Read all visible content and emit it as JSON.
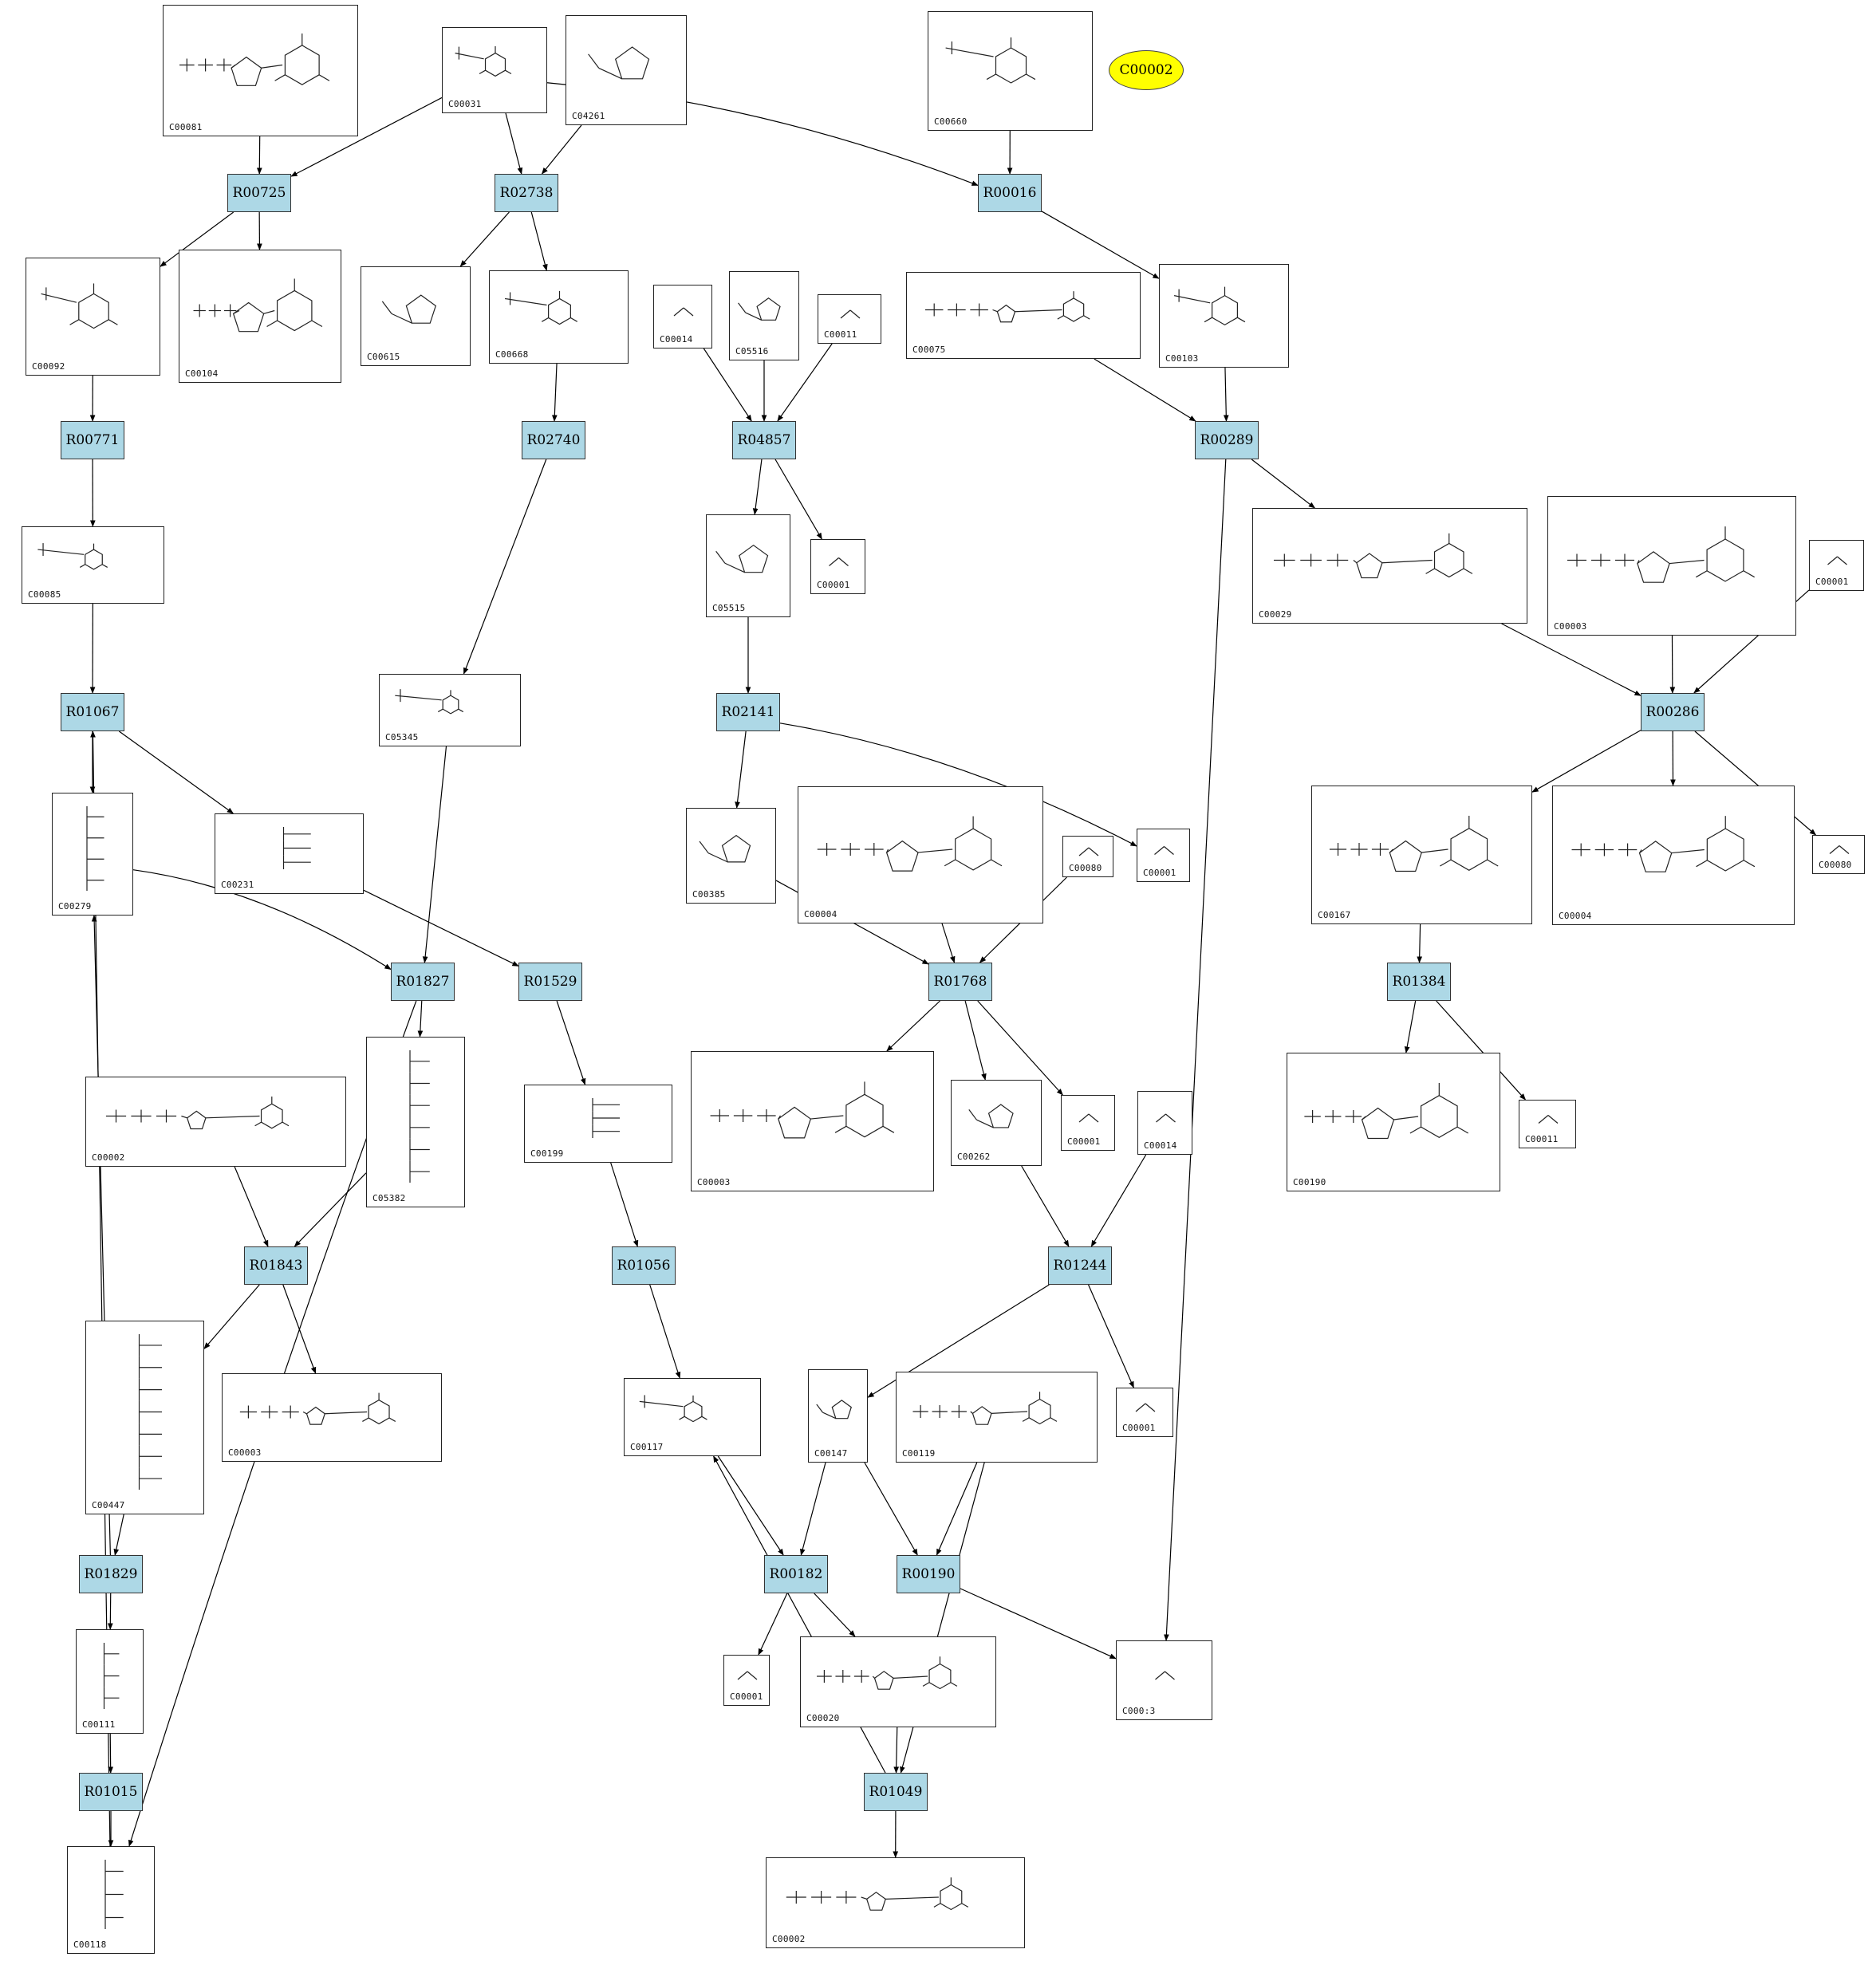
{
  "highlight": {
    "label": "C00002",
    "color": "#ffff00"
  },
  "colors": {
    "reaction_fill": "#add8e6",
    "edge": "#000000"
  },
  "compounds": [
    {
      "id": "C00081",
      "struct": "nucleotide"
    },
    {
      "id": "C00031",
      "struct": "sugar"
    },
    {
      "id": "C04261",
      "struct": "imidazole"
    },
    {
      "id": "C00660",
      "struct": "sugar"
    },
    {
      "id": "C00092",
      "struct": "sugar"
    },
    {
      "id": "C00104",
      "struct": "nucleotide"
    },
    {
      "id": "C00615",
      "struct": "imidazole"
    },
    {
      "id": "C00668",
      "struct": "sugar"
    },
    {
      "id": "C00014",
      "struct": "small"
    },
    {
      "id": "C05516",
      "struct": "imidazole"
    },
    {
      "id": "C00011",
      "struct": "small"
    },
    {
      "id": "C00075",
      "struct": "nucleotide"
    },
    {
      "id": "C00103",
      "struct": "sugar"
    },
    {
      "id": "C00085",
      "struct": "sugar"
    },
    {
      "id": "C05515",
      "struct": "imidazole"
    },
    {
      "id": "C00001",
      "struct": "small"
    },
    {
      "id": "C00029",
      "struct": "nucleotide"
    },
    {
      "id": "C00003",
      "struct": "nucleotide"
    },
    {
      "id": "C00001",
      "struct": "small"
    },
    {
      "id": "C05345",
      "struct": "sugar"
    },
    {
      "id": "C00279",
      "struct": "chain"
    },
    {
      "id": "C00231",
      "struct": "chain"
    },
    {
      "id": "C00385",
      "struct": "imidazole"
    },
    {
      "id": "C00004",
      "struct": "nucleotide"
    },
    {
      "id": "C00080",
      "struct": "small"
    },
    {
      "id": "C00001",
      "struct": "small"
    },
    {
      "id": "C00167",
      "struct": "nucleotide"
    },
    {
      "id": "C00004",
      "struct": "nucleotide"
    },
    {
      "id": "C00080",
      "struct": "small"
    },
    {
      "id": "C05382",
      "struct": "chain"
    },
    {
      "id": "C00002",
      "struct": "nucleotide"
    },
    {
      "id": "C00199",
      "struct": "chain"
    },
    {
      "id": "C00003",
      "struct": "nucleotide"
    },
    {
      "id": "C00262",
      "struct": "imidazole"
    },
    {
      "id": "C00001",
      "struct": "small"
    },
    {
      "id": "C00014",
      "struct": "small"
    },
    {
      "id": "C00190",
      "struct": "nucleotide"
    },
    {
      "id": "C00011",
      "struct": "small"
    },
    {
      "id": "C00447",
      "struct": "chain"
    },
    {
      "id": "C00003",
      "struct": "nucleotide"
    },
    {
      "id": "C00117",
      "struct": "sugar"
    },
    {
      "id": "C00147",
      "struct": "imidazole"
    },
    {
      "id": "C00119",
      "struct": "nucleotide"
    },
    {
      "id": "C00001",
      "struct": "small"
    },
    {
      "id": "C00111",
      "struct": "chain"
    },
    {
      "id": "C00001",
      "struct": "small"
    },
    {
      "id": "C00020",
      "struct": "nucleotide"
    },
    {
      "id": "C000:3",
      "struct": "small"
    },
    {
      "id": "C00118",
      "struct": "chain"
    },
    {
      "id": "C00002",
      "struct": "nucleotide"
    }
  ],
  "reactions": [
    "R00725",
    "R02738",
    "R00016",
    "R00771",
    "R02740",
    "R04857",
    "R00289",
    "R01067",
    "R02141",
    "R00286",
    "R01827",
    "R01529",
    "R01768",
    "R01384",
    "R01843",
    "R01056",
    "R01244",
    "R01829",
    "R00182",
    "R00190",
    "R01015",
    "R01049"
  ]
}
